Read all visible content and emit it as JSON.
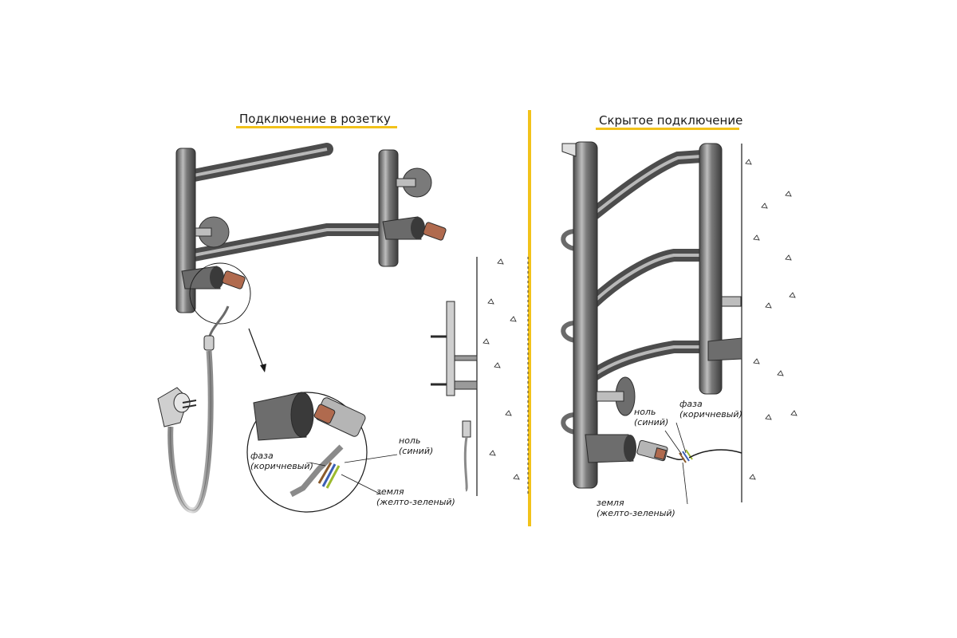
{
  "panels": {
    "left": {
      "title": "Подключение в розетку",
      "labels": {
        "phase": [
          "фаза",
          "(коричневый)"
        ],
        "neutral": [
          "ноль",
          "(синий)"
        ],
        "ground": [
          "земля",
          "(желто-зеленый)"
        ]
      }
    },
    "right": {
      "title": "Скрытое подключение",
      "labels": {
        "neutral": [
          "ноль",
          "(синий)"
        ],
        "phase": [
          "фаза",
          "(коричневый)"
        ],
        "ground": [
          "земля",
          "(желто-зеленый)"
        ]
      }
    }
  },
  "colors": {
    "accent": "#f2c21a",
    "metal_dark": "#5e5e5e",
    "metal_light": "#c9c9c9",
    "ink": "#1a1a1a",
    "wire_brown": "#8a5a2b",
    "wire_blue": "#3b5fb5",
    "wire_yellow_green": "#9cba2e"
  }
}
